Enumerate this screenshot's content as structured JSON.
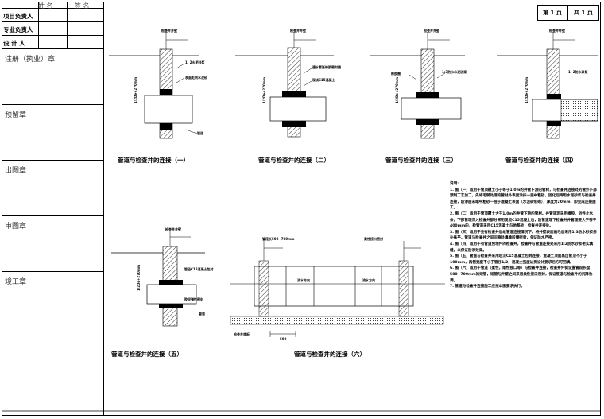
{
  "title_block": {
    "col_name": "姓 名",
    "col_sign": "签 名",
    "roles": [
      "项目负责人",
      "专业负责人",
      "设 计 人"
    ],
    "stamps": [
      "注册（执业）章",
      "预留章",
      "出图章",
      "审图章",
      "竣工章"
    ]
  },
  "page_info": {
    "page": "第 1 页",
    "total": "共 1 页"
  },
  "detail_titles": [
    "管道与检查井的连接（一）",
    "管道与检查井的连接（二）",
    "管道与检查井的连接（三）",
    "管道与检查井的连接（四）",
    "管道与检查井的连接（五）",
    "管道与检查井的连接（六）"
  ],
  "labels": {
    "well_wall": "检查井井壁",
    "mortar_1": "1: 2水泥砂浆",
    "mortar_gap": "表面毛刺水泥砂",
    "waterproof": "遇水膨胀橡胶密封圈",
    "c15": "现浇C15混凝土",
    "mortar_3": "1:3防水水泥砂浆",
    "rubber_ring": "橡胶圈",
    "asphalt": "1: 2防水砂浆",
    "pipe": "管道",
    "dim": "1/2De+270mm",
    "pipe_c15": "管径C15混凝土包封",
    "rubber_seal": "胶泥弹性密封",
    "pipe_length": "管段长500~700mm",
    "flexible": "柔性接口密封",
    "water_level": "流水方向",
    "dim_500": "500",
    "well_bottom": "检查井底板"
  },
  "notes": {
    "heading": "说明:",
    "items": [
      "1. 图（一）适用于管顶覆土小于等于1.0m的井管下游的管材，与检查井连接处的管外下部预制工艺加工，先将毛糙处理的管材外表面涂抹一层中粗砂，固化后再用水泥砂浆与检查井连接，防渗层末端中粗砂一层于混凝土表面（水泥砂浆砌），厚度为20mm，即完成连接施工。",
      "2. 图（二）适用于管顶覆土大于1.0m的井管下游的管材。井管道理采用橡胶、砂性止水条，下部管理深入检查井部分采用现浇C15混凝土包，防管道理下检查井井管理要大于等于400mm的，检管道采用C15混凝土与地基砂，检查井连接处。",
      "3. 图（三）适用于先有检查井后续管道连接情况下，将井壁表面凿毛后采用1:3防水砂浆修补抹平，管道与检查井之间间隙处填橡胶圈密封，保证防水严密。",
      "4. 图（四）适用于有管道预埋件的检查井，检查井与管道连接处采用1:2防水砂浆密实填缝，以保证防渗效果。",
      "5. 图（五）管道与检查井采用现浇C15混凝土包封连接，混凝土顶面高出管顶不小于100mm，两侧宽度不小于管径1/2，混凝土强度达到设计要求后方可回填。",
      "6. 图（六）适用于管道（柔性，刚性接口等）与检查井连接，检查井外侧设置管段长度500~700mm的短管，短管与井壁之间采用柔性接口密封，保证管道与检查井的沉降协调。",
      "7. 管道与检查井连接施工应按本图要求执行。"
    ]
  }
}
